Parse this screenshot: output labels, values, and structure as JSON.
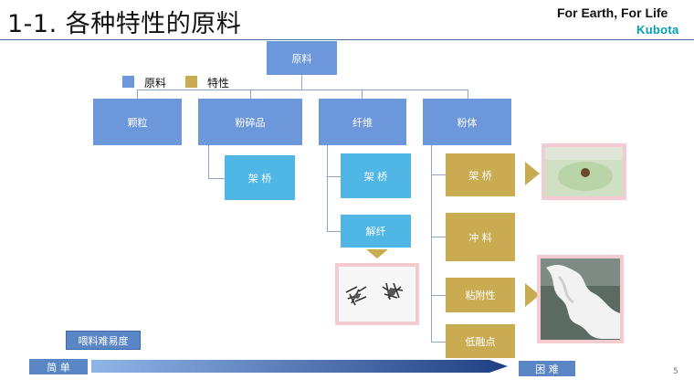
{
  "header": {
    "title": "1-1. 各种特性的原料",
    "slogan": "For Earth, For Life",
    "logo": "Kubota"
  },
  "legend": {
    "raw_label": "原料",
    "trait_label": "特性",
    "raw_color": "#6d97db",
    "trait_color": "#c9ac52"
  },
  "diagram": {
    "root": "原料",
    "categories": [
      "颗粒",
      "粉碎品",
      "纤维",
      "粉体"
    ],
    "crushed_traits": [
      "架 桥"
    ],
    "fiber_traits": [
      "架 桥",
      "解纤"
    ],
    "powder_traits": [
      "架 桥",
      "冲 料",
      "粘附性",
      "低融点"
    ]
  },
  "difficulty": {
    "label": "喂料难易度",
    "easy": "简 单",
    "hard": "困 难"
  },
  "page_number": "5"
}
